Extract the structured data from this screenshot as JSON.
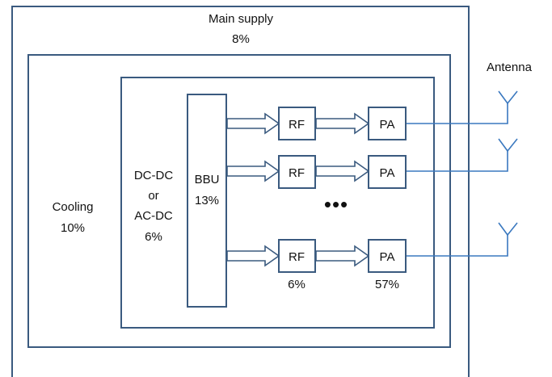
{
  "main_supply": {
    "label": "Main supply",
    "pct": "8%"
  },
  "cooling": {
    "label": "Cooling",
    "pct": "10%"
  },
  "converter": {
    "line1": "DC-DC",
    "line2": "or",
    "line3": "AC-DC",
    "pct": "6%"
  },
  "bbu": {
    "label": "BBU",
    "pct": "13%"
  },
  "rf": {
    "label": "RF",
    "pct": "6%"
  },
  "pa": {
    "label": "PA",
    "pct": "57%"
  },
  "antenna": {
    "label": "Antenna"
  },
  "ellipsis": "•••",
  "colors": {
    "box_stroke": "#3a5a7f",
    "wire": "#3a78bf"
  }
}
